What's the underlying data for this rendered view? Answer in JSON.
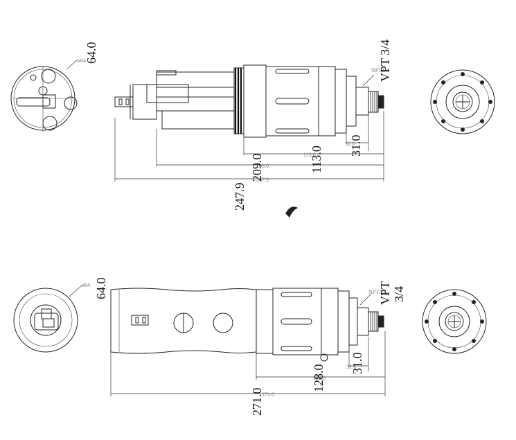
{
  "top_view": {
    "diameter_label": "64.0",
    "diameter_small": "ø64",
    "thread_label": "VPT 3/4",
    "thread_small": "NPT3/4",
    "dimensions": [
      "247.9",
      "209.0",
      "113.0",
      "31.0"
    ],
    "small_dims": [
      "247.9",
      "209.0",
      "113.0",
      "31.0"
    ]
  },
  "bottom_view": {
    "diameter_label": "64.0",
    "diameter_small": "ø64",
    "thread_label_1": "VPT",
    "thread_label_2": "3/4",
    "thread_small": "NPT3/4",
    "dimensions": [
      "271.0",
      "128.0",
      "31.0"
    ],
    "small_dims": [
      "271.0",
      "128.0",
      "31.0"
    ]
  }
}
